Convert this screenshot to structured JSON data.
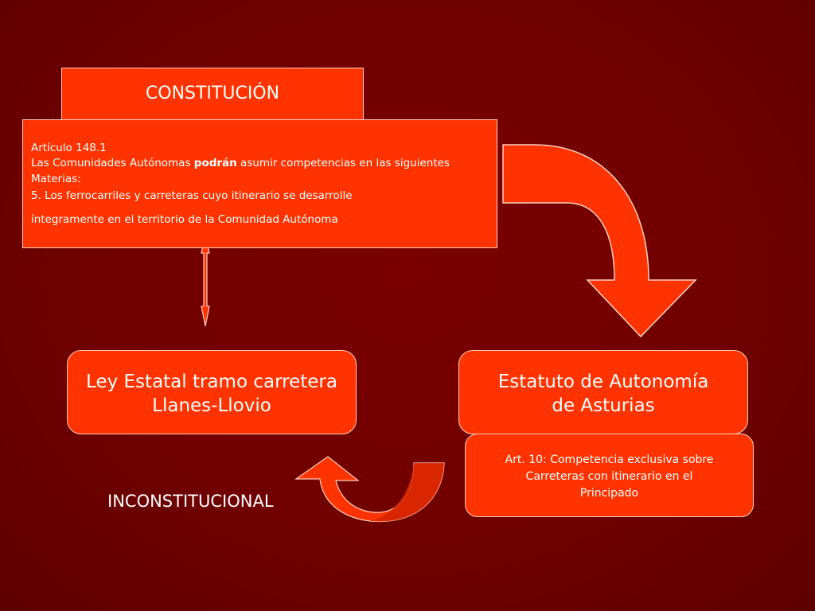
{
  "constitution": {
    "title": "CONSTITUCIÓN"
  },
  "article": {
    "line1": "Artículo 148.1",
    "line2_before": "Las Comunidades Autónomas ",
    "line2_bold": "podrán",
    "line2_after": " asumir competencias en las siguientes",
    "line3": "Materias:",
    "line4": "5. Los ferrocarriles y carreteras cuyo itinerario se desarrolle",
    "line5": "íntegramente en el territorio de la Comunidad Autónoma"
  },
  "ley": {
    "line1": "Ley Estatal tramo carretera",
    "line2": "Llanes-Llovio"
  },
  "estatuto": {
    "line1": "Estatuto de Autonomía",
    "line2": "de Asturias"
  },
  "art10": {
    "line1": "Art. 10: Competencia exclusiva sobre",
    "line2": "Carreteras con itinerario en el",
    "line3": "Principado"
  },
  "verdict": {
    "label": "INCONSTITUCIONAL"
  },
  "colors": {
    "box_fill": "#ff3300",
    "box_border": "#ffd0c0",
    "background": "#700000"
  }
}
